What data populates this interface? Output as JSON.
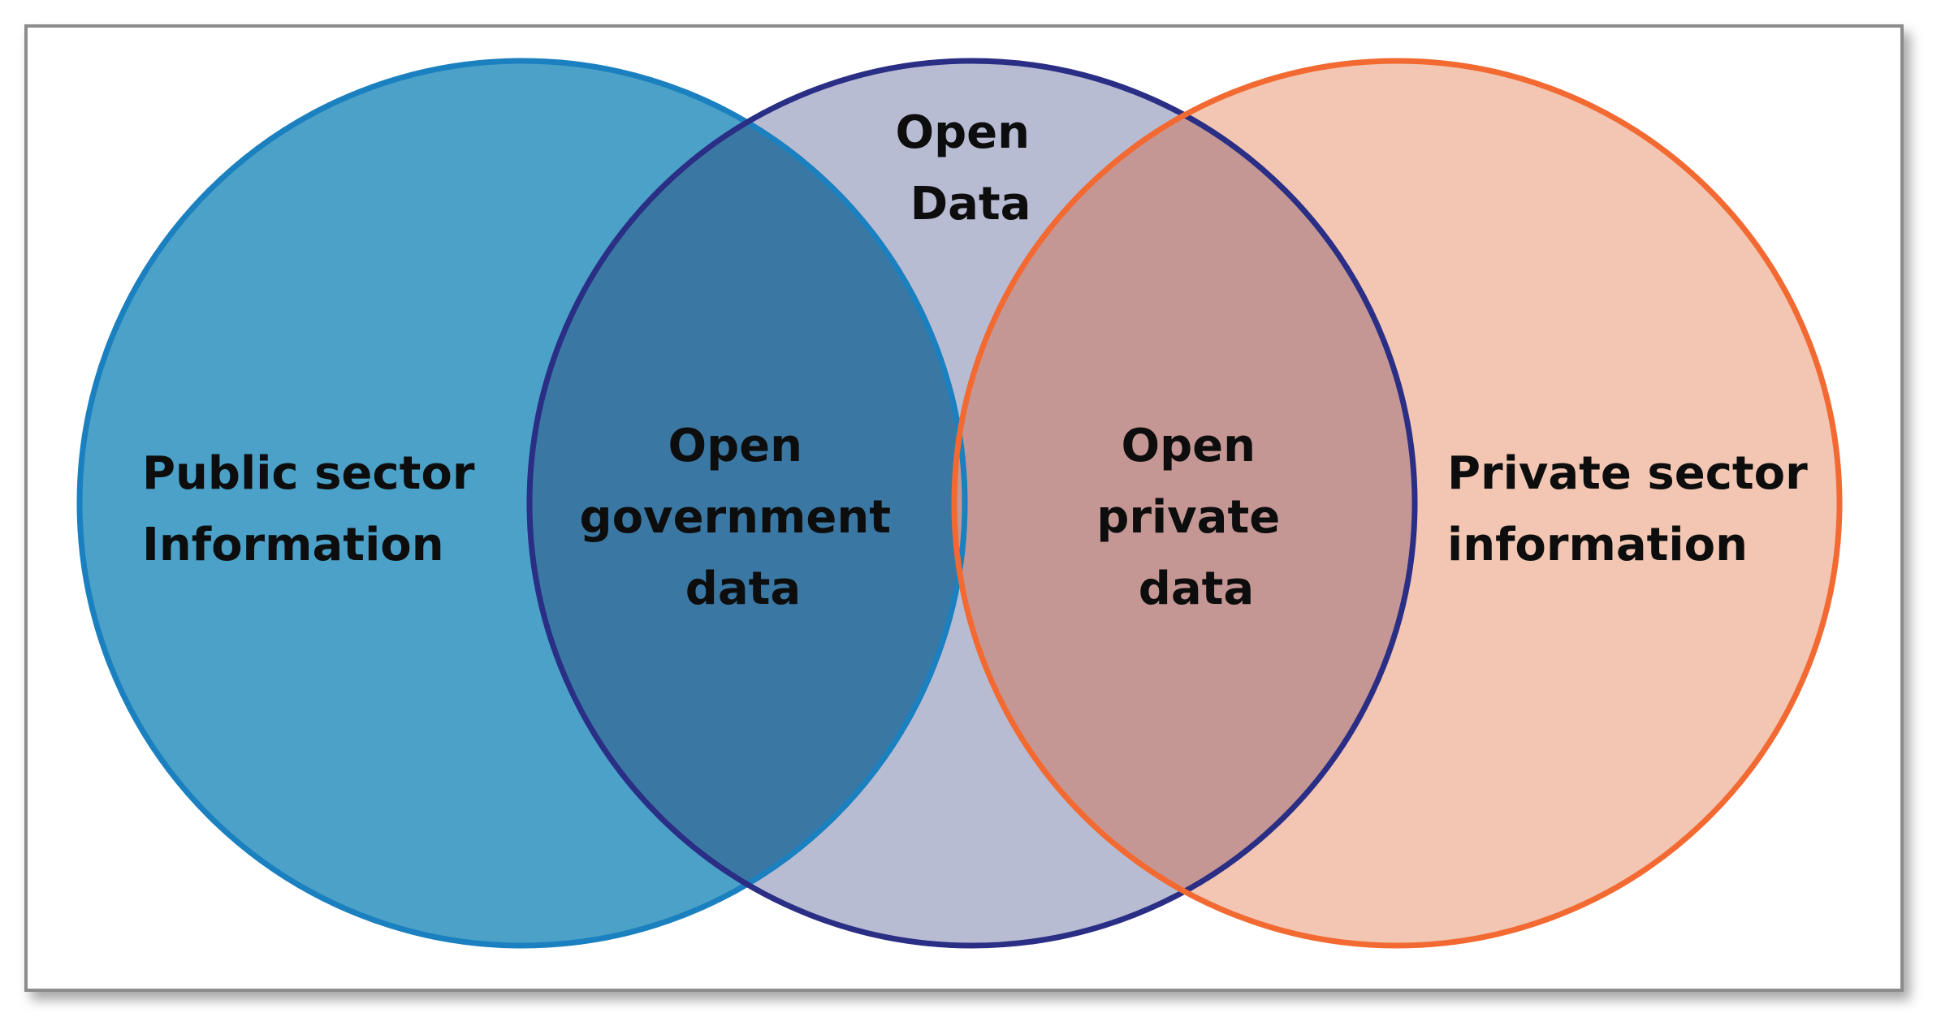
{
  "diagram": {
    "sets": [
      {
        "id": "public",
        "label": [
          "Public sector",
          "Information"
        ],
        "fill": "#4ba1c7",
        "stroke": "#1b80bf"
      },
      {
        "id": "open",
        "label": [
          "Open",
          "Data"
        ],
        "fill": "#b8bcd3",
        "stroke": "#2a2f85"
      },
      {
        "id": "private",
        "label": [
          "Private sector",
          "information"
        ],
        "fill": "#f2c6b3",
        "stroke": "#f26a32"
      }
    ],
    "intersections": [
      {
        "id": "public_open",
        "label": [
          "Open",
          "government",
          "data"
        ],
        "fill": "#3a78a3"
      },
      {
        "id": "open_private",
        "label": [
          "Open",
          "private",
          "data"
        ],
        "fill": "#c59794"
      }
    ]
  }
}
